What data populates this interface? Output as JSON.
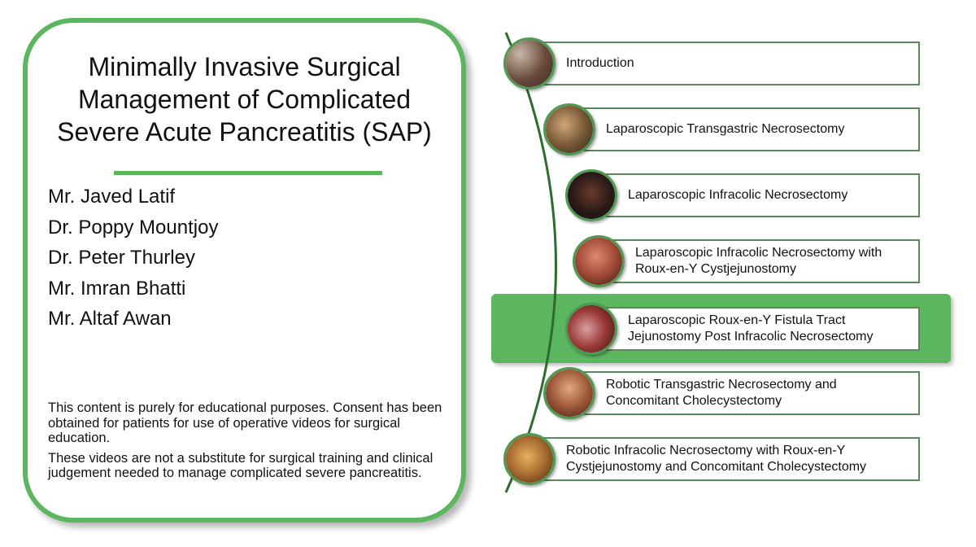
{
  "title": "Minimally Invasive Surgical Management of Complicated Severe Acute Pancreatitis (SAP)",
  "authors": [
    "Mr. Javed Latif",
    "Dr. Poppy Mountjoy",
    "Dr. Peter Thurley",
    "Mr. Imran Bhatti",
    "Mr. Altaf Awan"
  ],
  "disclaimer": [
    "This content is purely for educational purposes. Consent has been obtained for patients for use of operative videos for surgical education.",
    "These videos are not a substitute for surgical training and clinical judgement needed to manage complicated severe pancreatitis."
  ],
  "selected_index": 4,
  "colors": {
    "accent": "#5cb660",
    "box_border": "#5a8a5a",
    "timeline_line": "#2e6b2e"
  },
  "chapters": [
    {
      "label": "Introduction",
      "thumb": "operating-room-thumbnail"
    },
    {
      "label": "Laparoscopic Transgastric Necrosectomy",
      "thumb": "laparoscopic-view-thumbnail"
    },
    {
      "label": "Laparoscopic Infracolic Necrosectomy",
      "thumb": "laparoscopic-view-thumbnail"
    },
    {
      "label": "Laparoscopic Infracolic Necrosectomy with Roux-en-Y Cystjejunostomy",
      "thumb": "laparoscopic-view-thumbnail"
    },
    {
      "label": "Laparoscopic Roux-en-Y Fistula Tract Jejunostomy Post Infracolic Necrosectomy",
      "thumb": "laparoscopic-view-thumbnail"
    },
    {
      "label": "Robotic Transgastric Necrosectomy and Concomitant Cholecystectomy",
      "thumb": "robotic-view-thumbnail"
    },
    {
      "label": "Robotic Infracolic Necrosectomy with Roux-en-Y Cystjejunostomy and Concomitant Cholecystectomy",
      "thumb": "robotic-view-thumbnail"
    }
  ]
}
